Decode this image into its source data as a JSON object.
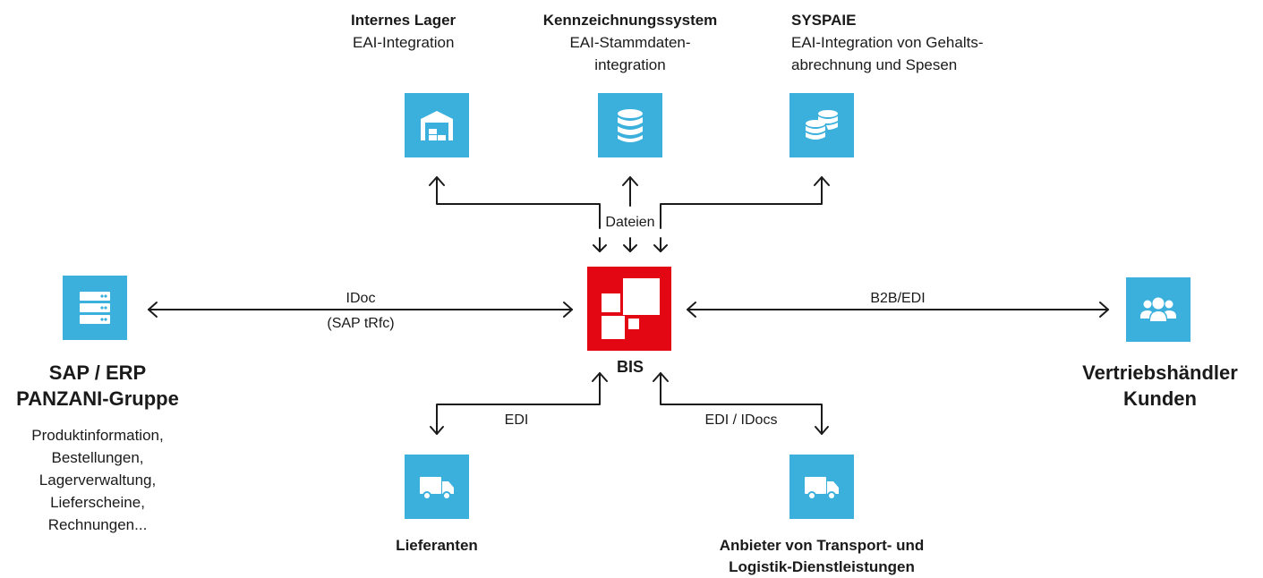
{
  "colors": {
    "icon_blue": "#3bb0dc",
    "bis_red": "#e30613",
    "line": "#1a1a1a"
  },
  "top": {
    "internes_lager": {
      "title": "Internes Lager",
      "sub": "EAI-Integration",
      "icon": "warehouse-icon"
    },
    "kennzeichnung": {
      "title": "Kennzeichnungssystem",
      "sub1": "EAI-Stammdaten-",
      "sub2": "integration",
      "icon": "database-icon"
    },
    "syspaie": {
      "title": "SYSPAIE",
      "sub1": "EAI-Integration von Gehalts-",
      "sub2": "abrechnung und Spesen",
      "icon": "coins-stack-icon"
    }
  },
  "center": {
    "label": "BIS",
    "icon": "bis-logo-icon"
  },
  "edges": {
    "dateien": "Dateien",
    "idoc": "IDoc",
    "sap_trfc": "(SAP tRfc)",
    "b2b": "B2B/EDI",
    "edi": "EDI",
    "edi_idocs": "EDI / IDocs"
  },
  "left": {
    "title1": "SAP / ERP",
    "title2": "PANZANI-Gruppe",
    "lines": [
      "Produktinformation,",
      "Bestellungen,",
      "Lagerverwaltung,",
      "Lieferscheine,",
      "Rechnungen..."
    ],
    "icon": "server-icon"
  },
  "right": {
    "title1": "Vertriebshändler",
    "title2": "Kunden",
    "icon": "users-group-icon"
  },
  "bottom": {
    "lieferanten": {
      "title": "Lieferanten",
      "icon": "truck-icon"
    },
    "transport": {
      "title1": "Anbieter von Transport- und",
      "title2": "Logistik-Dienstleistungen",
      "icon": "truck-icon"
    }
  }
}
